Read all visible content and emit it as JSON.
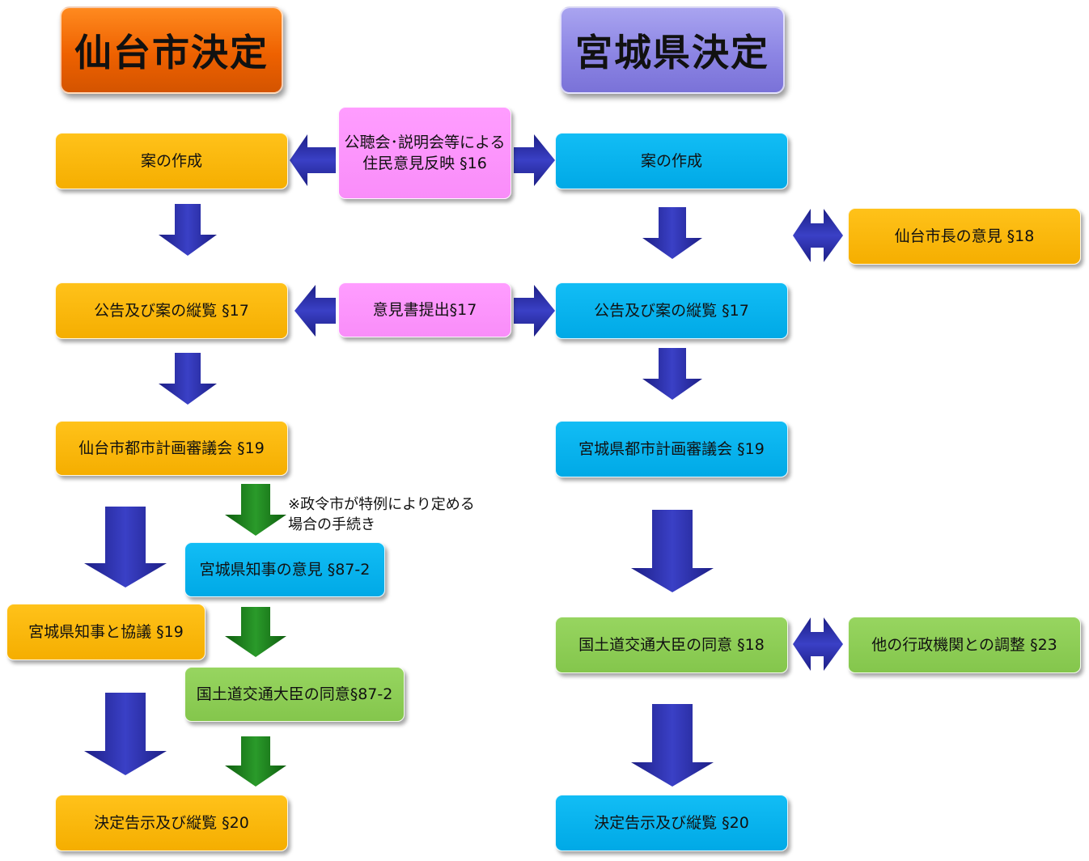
{
  "headers": {
    "sendai": "仙台市決定",
    "miyagi": "宮城県決定"
  },
  "center": {
    "hearing": [
      "公聴会･説明会等による",
      "住民意見反映 §16"
    ],
    "opinion_submit": "意見書提出§17"
  },
  "sendai_flow": {
    "draft": "案の作成",
    "notice": "公告及び案の縦覧 §17",
    "council": "仙台市都市計画審議会 §19",
    "governor_opinion": "宮城県知事の意見 §87-2",
    "governor_consult": "宮城県知事と協議 §19",
    "minister_consent": "国土道交通大臣の同意§87-2",
    "final": "決定告示及び縦覧 §20"
  },
  "miyagi_flow": {
    "draft": "案の作成",
    "mayor_opinion": "仙台市長の意見 §18",
    "notice": "公告及び案の縦覧 §17",
    "council": "宮城県都市計画審議会 §19",
    "minister_consent": "国土道交通大臣の同意 §18",
    "other_agencies": "他の行政機関との調整 §23",
    "final": "決定告示及び縦覧 §20"
  },
  "note": [
    "※政令市が特例により定める",
    "場合の手続き"
  ],
  "colors": {
    "orange": "#f5ae00",
    "blue": "#00a9e6",
    "green": "#84c64c",
    "pink": "#f98df9",
    "arrow_blue": "#2b2fa3",
    "arrow_green": "#1b7a1b"
  },
  "icons": {
    "down_arrow": "down-arrow-icon",
    "left_arrow": "left-arrow-icon",
    "right_arrow": "right-arrow-icon",
    "double_arrow": "double-arrow-icon"
  }
}
